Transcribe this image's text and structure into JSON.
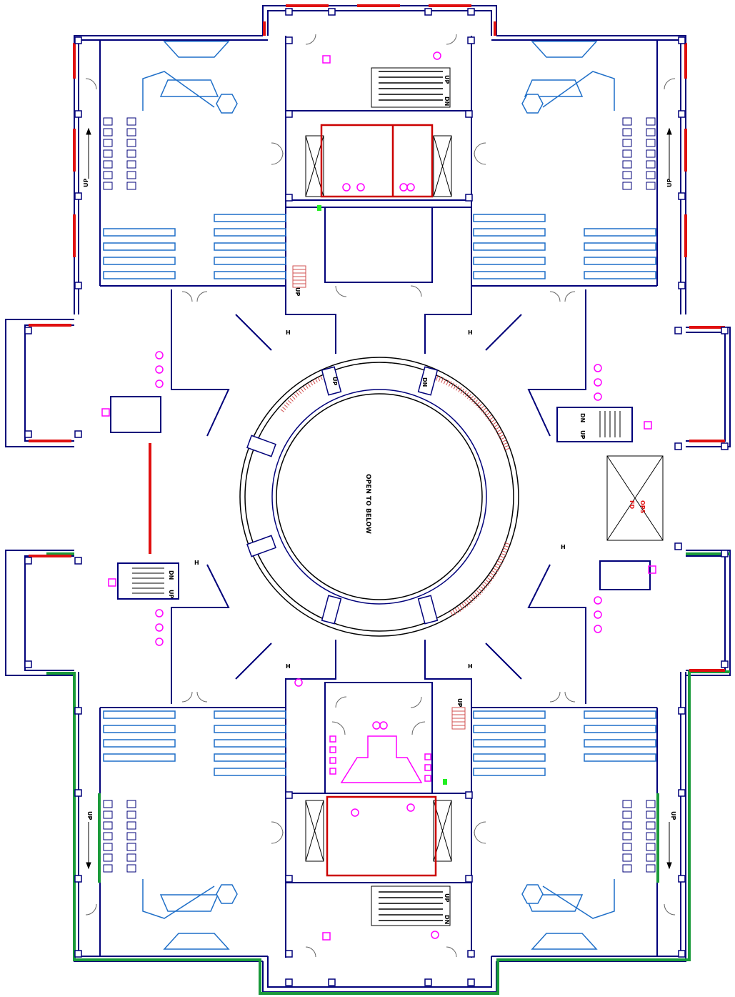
{
  "labels": {
    "center": "OPEN TO BELOW",
    "up": "UP",
    "dn": "DN",
    "h": "H",
    "ft": "FD",
    "ft_code": "OPS"
  },
  "colors": {
    "wall": "#00007a",
    "furniture": "#1f6fc8",
    "window_red": "#e01010",
    "fixture_magenta": "#ff00ff",
    "boundary_green": "#1a9a3a",
    "stair_red": "#d05050",
    "marker_green": "#22ee22",
    "core_outline": "#000000"
  }
}
